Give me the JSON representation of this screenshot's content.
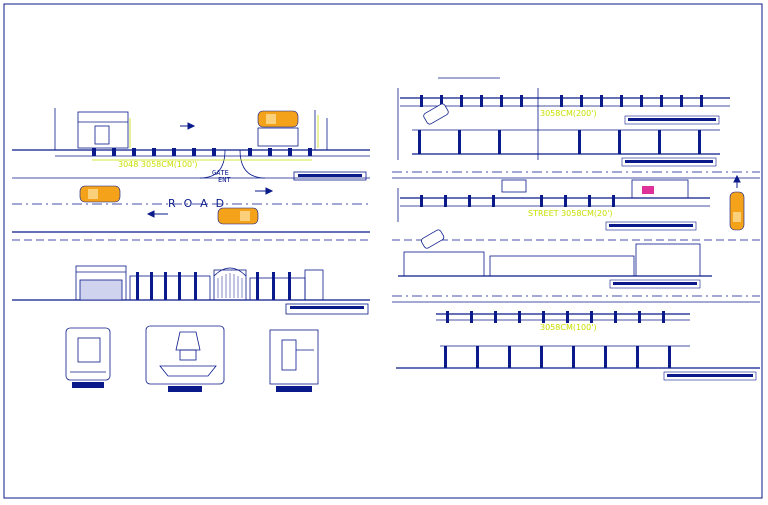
{
  "colors": {
    "background": "#ffffff",
    "linework": "#0a1a8a",
    "dimension": "#c8e000",
    "vehicle": "#f5a21b",
    "accent": "#e0309a"
  },
  "plan_left": {
    "road_label": "ROAD",
    "dimension": "3048 3058CM(100')",
    "gate_label": "GATE",
    "entry_label": "ENT"
  },
  "plan_right_top": {
    "dimension": "3058CM(200')"
  },
  "plan_right_mid": {
    "dimension": "STREET 3058CM(20')"
  },
  "plan_right_bottom": {
    "dimension": "3058CM(100')"
  },
  "icons": [
    "car-icon",
    "arrow-icon",
    "street-lamp-icon",
    "gate-icon"
  ]
}
